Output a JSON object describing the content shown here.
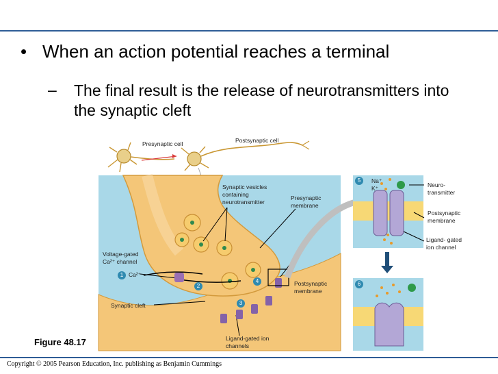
{
  "slide": {
    "bullet": "When an action potential reaches a terminal",
    "sub_bullet": "The final result is the release of neurotransmitters into the synaptic cleft",
    "figure_label": "Figure 48.17",
    "copyright": "Copyright © 2005 Pearson Education, Inc. publishing as Benjamin Cummings"
  },
  "diagram": {
    "labels": {
      "presynaptic_cell": "Presynaptic cell",
      "postsynaptic_cell": "Postsynaptic cell",
      "synaptic_vesicles": "Synaptic vesicles containing neurotransmitter",
      "presynaptic_membrane": "Presynaptic membrane",
      "voltage_gated": "Voltage-gated Ca²⁺ channel",
      "ca": "Ca²⁺",
      "synaptic_cleft": "Synaptic cleft",
      "postsynaptic_membrane": "Postsynaptic membrane",
      "ligand_gated_channels": "Ligand-gated ion channels",
      "na": "Na⁺",
      "k": "K⁺",
      "neurotransmitter": "Neuro- transmitter",
      "postsynaptic_membrane_2": "Postsynaptic membrane",
      "ligand_gated_channel": "Ligand- gated ion channel"
    },
    "steps": [
      "1",
      "2",
      "3",
      "4",
      "5",
      "6"
    ]
  },
  "colors": {
    "accent_line": "#2e5c96",
    "background_panel": "#a9d8e8",
    "axon": "#f1bc63",
    "step_circle": "#2f8ab0"
  }
}
